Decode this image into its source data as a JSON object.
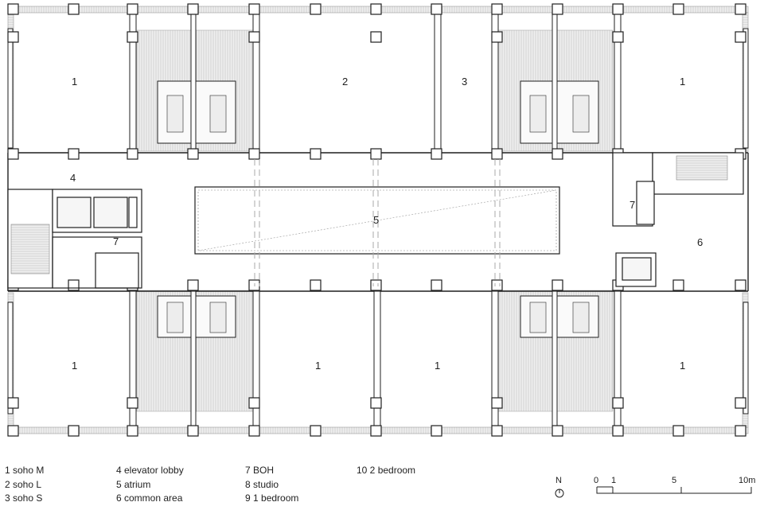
{
  "rooms": {
    "r_tl": "1",
    "r_tc": "2",
    "r_tr3": "3",
    "r_tr": "1",
    "r_lobby": "4",
    "r_atrium": "5",
    "r_boh_left": "7",
    "r_boh_right": "7",
    "r_common": "6",
    "r_bl": "1",
    "r_bc1": "1",
    "r_bc2": "1",
    "r_br": "1"
  },
  "legend": {
    "col1": [
      "1 soho M",
      "2 soho L",
      "3 soho S"
    ],
    "col2": [
      "4 elevator lobby",
      "5 atrium",
      "6 common area"
    ],
    "col3": [
      "7 BOH",
      "8 studio",
      "9 1 bedroom"
    ],
    "col4": [
      "10 2 bedroom"
    ]
  },
  "scale": {
    "north": "N",
    "ticks": [
      "0",
      "1",
      "5",
      "10m"
    ]
  },
  "colors": {
    "line": "#1f1f1f",
    "hatch": "#cfcfcf",
    "hatch_bg": "#ececec",
    "background": "#ffffff"
  }
}
